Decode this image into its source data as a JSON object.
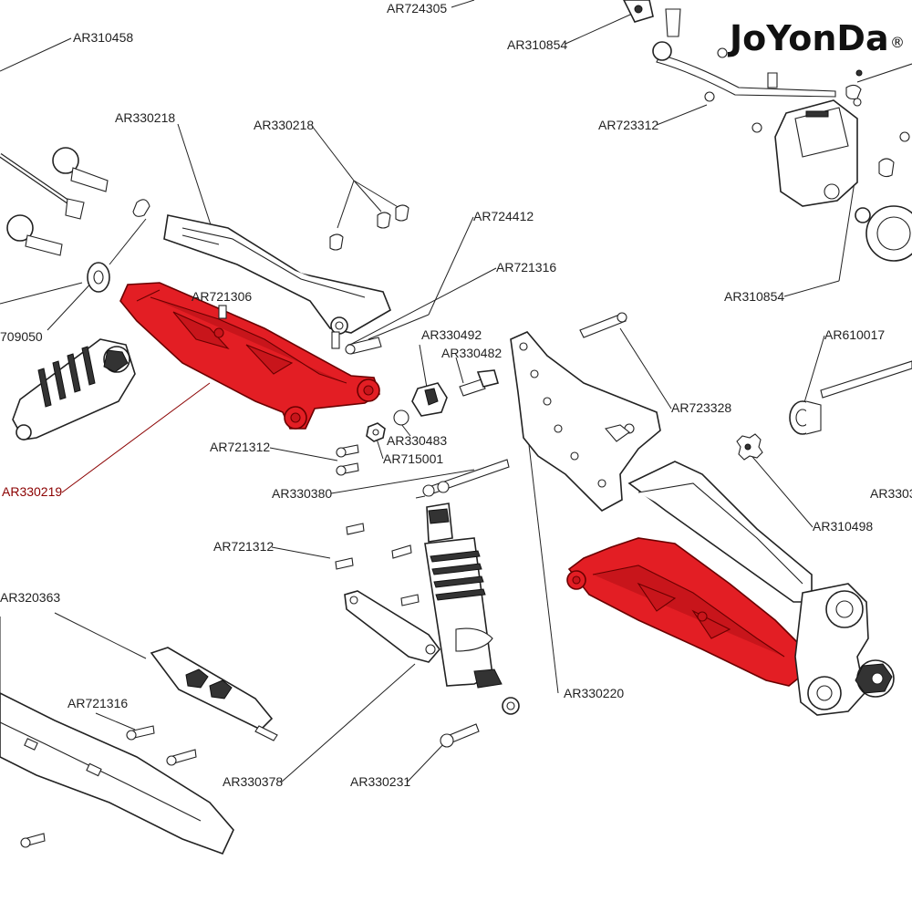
{
  "brand": {
    "name": "JoYonDa",
    "mark": "®"
  },
  "labels": {
    "l0": "AR724305",
    "l1": "AR310458",
    "l2": "AR310854",
    "l3": "AR330218",
    "l4": "AR330218",
    "l5": "AR723312",
    "l6": "AR724412",
    "l7": "AR721316",
    "l8": "AR721306",
    "l9": "AR310854",
    "l10": "709050",
    "l11": "AR330492",
    "l12": "AR330482",
    "l13": "AR610017",
    "l14": "AR723328",
    "l15": "AR330483",
    "l16": "AR721312",
    "l17": "AR715001",
    "l18": "AR330219",
    "l19": "AR330380",
    "l20": "AR3303",
    "l21": "AR310498",
    "l22": "AR721312",
    "l23": "AR320363",
    "l24": "AR330220",
    "l25": "AR721316",
    "l26": "AR330378",
    "l27": "AR330231"
  },
  "colors": {
    "highlight": "#e31e24",
    "highlight_label": "#8b0000",
    "line": "#222222"
  }
}
